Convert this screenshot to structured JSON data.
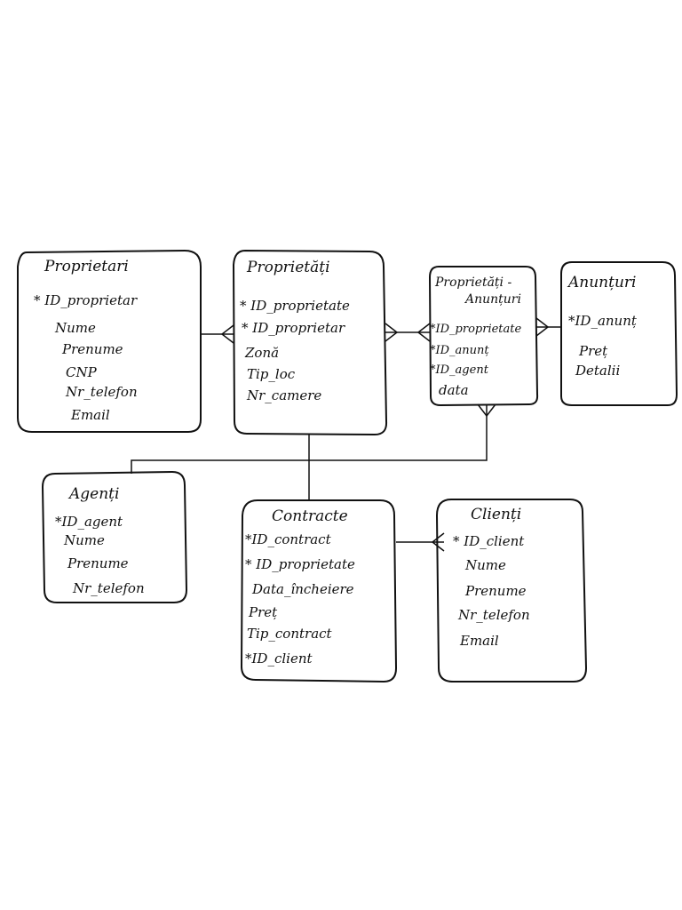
{
  "entities": {
    "proprietari": {
      "title": "Proprietari",
      "attributes": [
        "* ID_proprietar",
        "Nume",
        "Prenume",
        "CNP",
        "Nr_telefon",
        "Email"
      ]
    },
    "proprietati": {
      "title": "Proprietăți",
      "attributes": [
        "* ID_proprietate",
        "* ID_proprietar",
        "Zonă",
        "Tip_loc",
        "Nr_camere"
      ]
    },
    "proprietati_anunturi": {
      "title_line1": "Proprietăți -",
      "title_line2": "Anunțuri",
      "attributes": [
        "*ID_proprietate",
        "*ID_anunț",
        "*ID_agent",
        "data"
      ]
    },
    "anunturi": {
      "title": "Anunțuri",
      "attributes": [
        "*ID_anunț",
        "Preț",
        "Detalii"
      ]
    },
    "agenti": {
      "title": "Agenți",
      "attributes": [
        "*ID_agent",
        "Nume",
        "Prenume",
        "Nr_telefon"
      ]
    },
    "contracte": {
      "title": "Contracte",
      "attributes": [
        "*ID_contract",
        "* ID_proprietate",
        "Data_încheiere",
        "Preț",
        "Tip_contract",
        "*ID_client"
      ]
    },
    "clienti": {
      "title": "Clienți",
      "attributes": [
        "* ID_client",
        "Nume",
        "Prenume",
        "Nr_telefon",
        "Email"
      ]
    }
  }
}
